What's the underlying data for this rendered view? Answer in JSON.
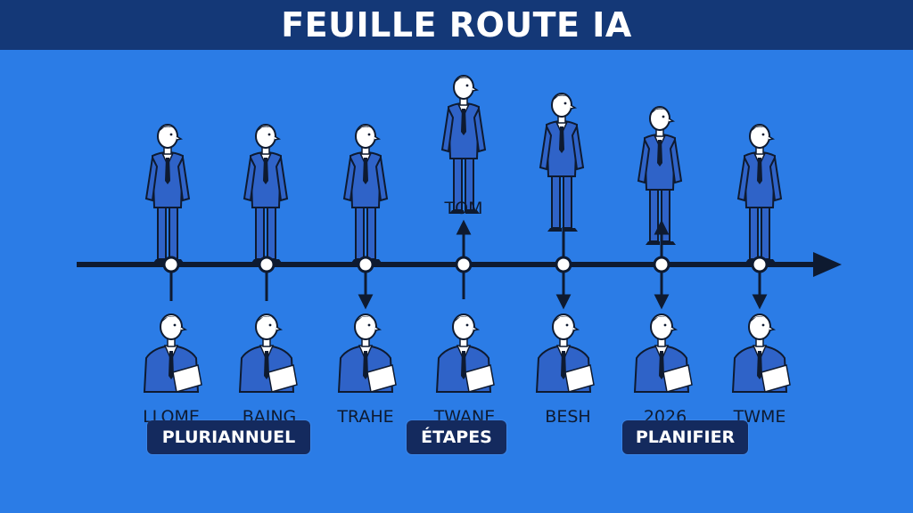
{
  "header": {
    "title": "FEUILLE ROUTE IA"
  },
  "labels": {
    "top_tom": "TOM",
    "b1": "LLOME",
    "b2": "BAING",
    "b3": "TRAHE",
    "b4": "TWANE",
    "b5": "BESH",
    "b6": "2026",
    "b7": "TWME"
  },
  "tags": {
    "t1": "PLURIANNUEL",
    "t2": "ÉTAPES",
    "t3": "PLANIFIER"
  },
  "colors": {
    "background": "#2b7ce6",
    "title_bar": "#143877",
    "tag_bg": "#142a5e",
    "ink": "#0e1a30",
    "suit": "#2f63c8"
  }
}
